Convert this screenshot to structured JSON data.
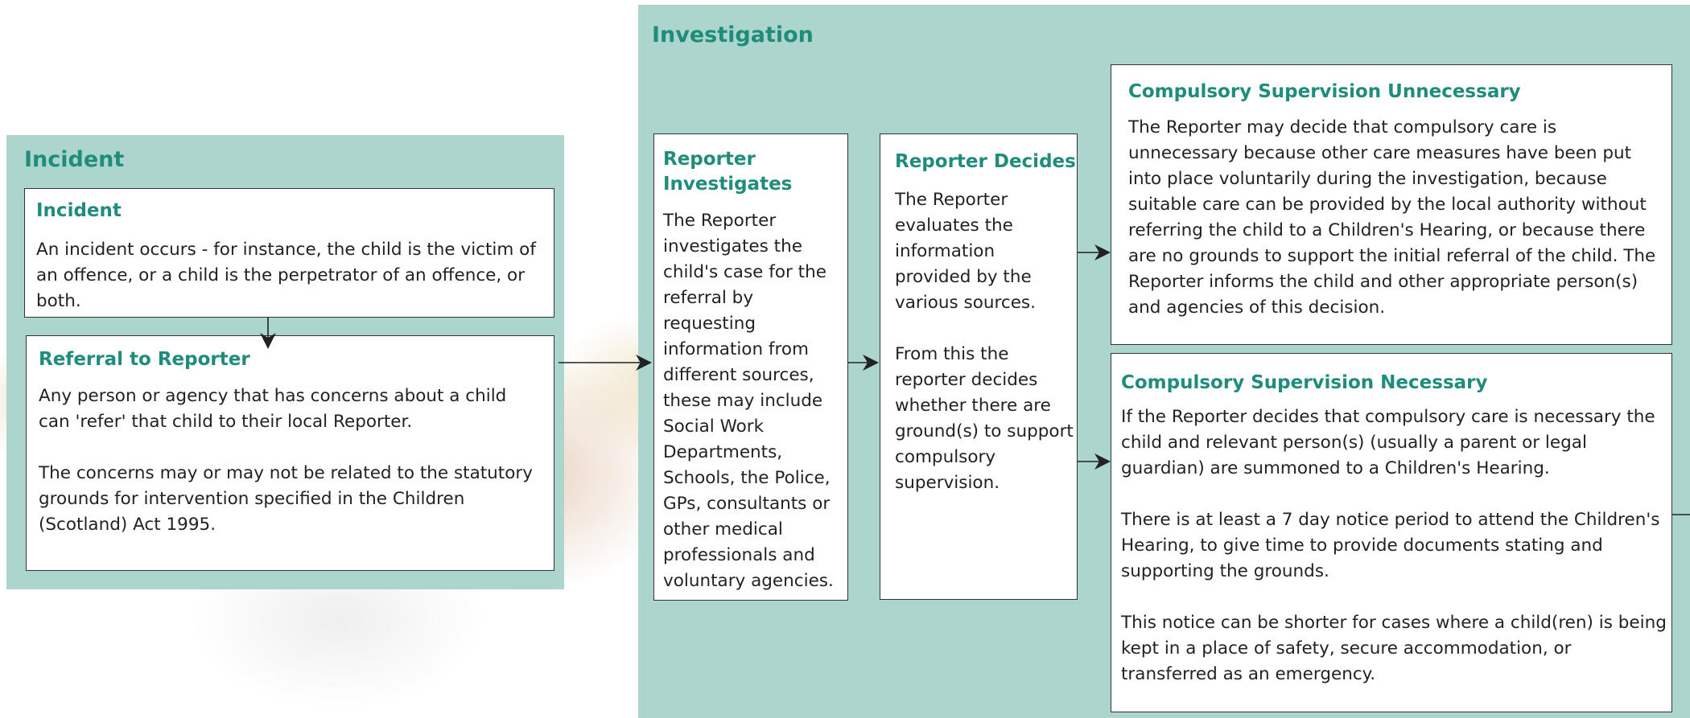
{
  "incident_panel": {
    "title": "Incident",
    "incident_box": {
      "title": "Incident",
      "body": "An incident occurs - for instance, the child is the victim of an offence, or a child is the perpetrator of an offence, or both."
    },
    "referral_box": {
      "title": "Referral to Reporter",
      "paragraphs": [
        "Any person or agency that has concerns about a child can 'refer' that child to their local Reporter.",
        "The concerns may or may not be related to the statutory grounds for intervention specified in the Children (Scotland) Act 1995."
      ]
    }
  },
  "investigation_panel": {
    "title": "Investigation",
    "reporter_investigates": {
      "title": "Reporter Investigates",
      "body": "The Reporter investigates the child's case for the referral by requesting information from different sources, these may include Social Work Departments, Schools, the Police, GPs, consultants or other medical professionals and voluntary agencies."
    },
    "reporter_decides": {
      "title": "Reporter Decides",
      "paragraphs": [
        "The Reporter evaluates the information provided by the various sources.",
        "From this the reporter decides whether there are ground(s) to support compulsory supervision."
      ]
    },
    "supervision_unnecessary": {
      "title": "Compulsory Supervision Unnecessary",
      "body": "The Reporter may decide that compulsory care is unnecessary because other care measures have been put into place voluntarily during the investigation, because suitable care can be provided by the local authority without referring the child to a Children's Hearing, or because there are no grounds to support the initial referral of the child. The Reporter informs the child and other appropriate person(s) and agencies of this decision."
    },
    "supervision_necessary": {
      "title": "Compulsory Supervision Necessary",
      "paragraphs": [
        "If the Reporter decides that compulsory care is necessary the child and relevant person(s) (usually a parent or legal guardian) are summoned to a Children's Hearing.",
        "There is at least a 7 day notice period to attend the Children's Hearing, to give time to provide documents stating and supporting the grounds.",
        "This notice can be shorter for cases where a child(ren) is being kept in a place of safety, secure accommodation, or transferred as an emergency."
      ]
    }
  },
  "colors": {
    "panel_background": "#acd5cd",
    "heading_teal": "#1f8c7c",
    "box_border": "#333333",
    "arrow": "#222222"
  }
}
